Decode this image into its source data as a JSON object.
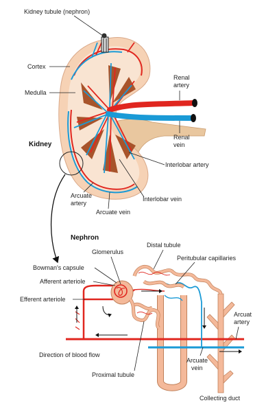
{
  "labels": {
    "kidney_tubule": "Kidney tubule (nephron)",
    "cortex": "Cortex",
    "medulla": "Medulla",
    "kidney": "Kidney",
    "renal_artery_1": "Renal",
    "renal_artery_2": "artery",
    "renal_vein_1": "Renal",
    "renal_vein_2": "vein",
    "interlobar_artery": "Interlobar artery",
    "arcuate_artery_1": "Arcuate",
    "arcuate_artery_2": "artery",
    "interlobar_vein": "Interlobar vein",
    "arcuate_vein": "Arcuate vein",
    "nephron": "Nephron",
    "glomerulus": "Glomerulus",
    "distal_tubule": "Distal tubule",
    "bowmans_capsule": "Bowman's capsule",
    "peritubular_capillaries": "Peritubular capillaries",
    "afferent_arteriole": "Afferent arteriole",
    "efferent_arteriole": "Efferent arteriole",
    "arcuate_artery_right_1": "Arcuat",
    "arcuate_artery_right_2": "artery",
    "direction_of_blood_flow": "Direction of blood flow",
    "arcuate_vein_right_1": "Arcuate",
    "arcuate_vein_right_2": "vein",
    "proximal_tubule": "Proximal tubule",
    "collecting_duct": "Collecting duct"
  },
  "colors": {
    "artery": "#e0261f",
    "vein": "#1a9ad6",
    "tissue": "#f4c9aa",
    "medulla": "#a8542b",
    "tubule": "#f4b99a"
  }
}
